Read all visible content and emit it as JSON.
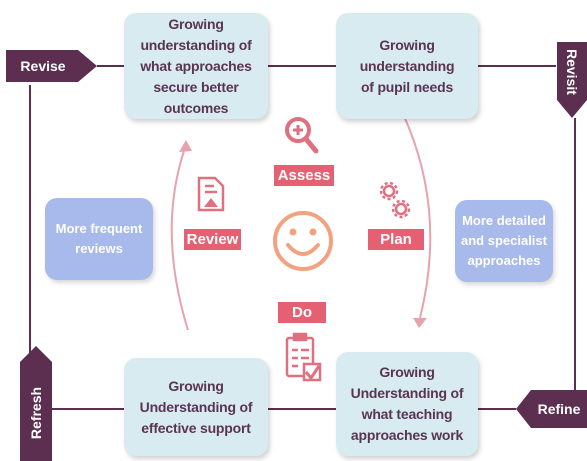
{
  "corners": {
    "revise": "Revise",
    "revisit": "Revisit",
    "refresh": "Refresh",
    "refine": "Refine"
  },
  "boxes": {
    "top_left": "Growing understanding of what approaches secure better outcomes",
    "top_right": "Growing understanding of pupil needs",
    "bottom_left": "Growing Understanding of effective support",
    "bottom_right": "Growing Understanding of what teaching approaches work"
  },
  "side_boxes": {
    "left": "More frequent reviews",
    "right": "More detailed and specialist approaches"
  },
  "cycle": {
    "assess": "Assess",
    "plan": "Plan",
    "do": "Do",
    "review": "Review"
  },
  "colors": {
    "frame": "#5c2e4f",
    "box": "#d7ebf0",
    "box_text": "#5a3552",
    "side_box": "#a8b9ec",
    "step": "#e46072",
    "arc": "#e7a3ad",
    "icon": "#e07080",
    "smiley": "#f3a27f"
  }
}
